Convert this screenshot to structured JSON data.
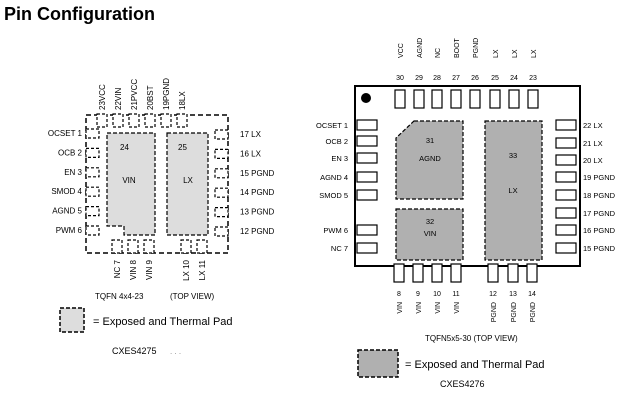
{
  "title": "Pin Configuration",
  "colors": {
    "outline": "#000000",
    "pad_light": "#dddddd",
    "pad_dark": "#b0b0b0"
  },
  "left_package": {
    "package_label": "TQFN 4x4-23",
    "view_label": "(TOP VIEW)",
    "part_code": "CXES4275",
    "part_suffix": ". . .",
    "legend_text": "= Exposed and Thermal Pad",
    "left_pins": [
      {
        "name": "OCSET",
        "num": "1"
      },
      {
        "name": "OCB",
        "num": "2"
      },
      {
        "name": "EN",
        "num": "3"
      },
      {
        "name": "SMOD",
        "num": "4"
      },
      {
        "name": "AGND",
        "num": "5"
      },
      {
        "name": "PWM",
        "num": "6"
      }
    ],
    "right_pins": [
      {
        "name": "LX",
        "num": "17"
      },
      {
        "name": "LX",
        "num": "16"
      },
      {
        "name": "PGND",
        "num": "15"
      },
      {
        "name": "PGND",
        "num": "14"
      },
      {
        "name": "PGND",
        "num": "13"
      },
      {
        "name": "PGND",
        "num": "12"
      }
    ],
    "top_pins": [
      {
        "label": "23VCC"
      },
      {
        "label": "22VIN"
      },
      {
        "label": "21PVCC"
      },
      {
        "label": "20BST"
      },
      {
        "label": "19PGND"
      },
      {
        "label": "18LX"
      }
    ],
    "bottom_pins": [
      {
        "label": "NC 7"
      },
      {
        "label": "VIN 8"
      },
      {
        "label": "VIN 9"
      },
      {
        "label": "LX 10"
      },
      {
        "label": "LX 11"
      }
    ],
    "pads": [
      {
        "num": "24",
        "name": "VIN"
      },
      {
        "num": "25",
        "name": "LX"
      }
    ]
  },
  "right_package": {
    "package_label": "TQFN5x5-30 (TOP VIEW)",
    "part_code": "CXES4276",
    "legend_text": "= Exposed and Thermal Pad",
    "left_pins": [
      {
        "name": "OCSET",
        "num": "1"
      },
      {
        "name": "OCB",
        "num": "2"
      },
      {
        "name": "EN",
        "num": "3"
      },
      {
        "name": "AGND",
        "num": "4"
      },
      {
        "name": "SMOD",
        "num": "5"
      },
      {
        "name": "PWM",
        "num": "6"
      },
      {
        "name": "NC",
        "num": "7"
      }
    ],
    "right_pins": [
      {
        "num": "22",
        "name": "LX"
      },
      {
        "num": "21",
        "name": "LX"
      },
      {
        "num": "20",
        "name": "LX"
      },
      {
        "num": "19",
        "name": "PGND"
      },
      {
        "num": "18",
        "name": "PGND"
      },
      {
        "num": "17",
        "name": "PGND"
      },
      {
        "num": "16",
        "name": "PGND"
      },
      {
        "num": "15",
        "name": "PGND"
      }
    ],
    "top_pins": [
      {
        "name": "VCC",
        "num": "30"
      },
      {
        "name": "AGND",
        "num": "29"
      },
      {
        "name": "NC",
        "num": "28"
      },
      {
        "name": "BOOT",
        "num": "27"
      },
      {
        "name": "PGND",
        "num": "26"
      },
      {
        "name": "LX",
        "num": "25"
      },
      {
        "name": "LX",
        "num": "24"
      },
      {
        "name": "LX",
        "num": "23"
      }
    ],
    "bottom_pins": [
      {
        "num": "8",
        "name": "VIN"
      },
      {
        "num": "9",
        "name": "VIN"
      },
      {
        "num": "10",
        "name": "VIN"
      },
      {
        "num": "11",
        "name": "VIN"
      },
      {
        "num": "12",
        "name": "PGND"
      },
      {
        "num": "13",
        "name": "PGND"
      },
      {
        "num": "14",
        "name": "PGND"
      }
    ],
    "pads": [
      {
        "num": "31",
        "name": "AGND"
      },
      {
        "num": "32",
        "name": "VIN"
      },
      {
        "num": "33",
        "name": "LX"
      }
    ]
  }
}
